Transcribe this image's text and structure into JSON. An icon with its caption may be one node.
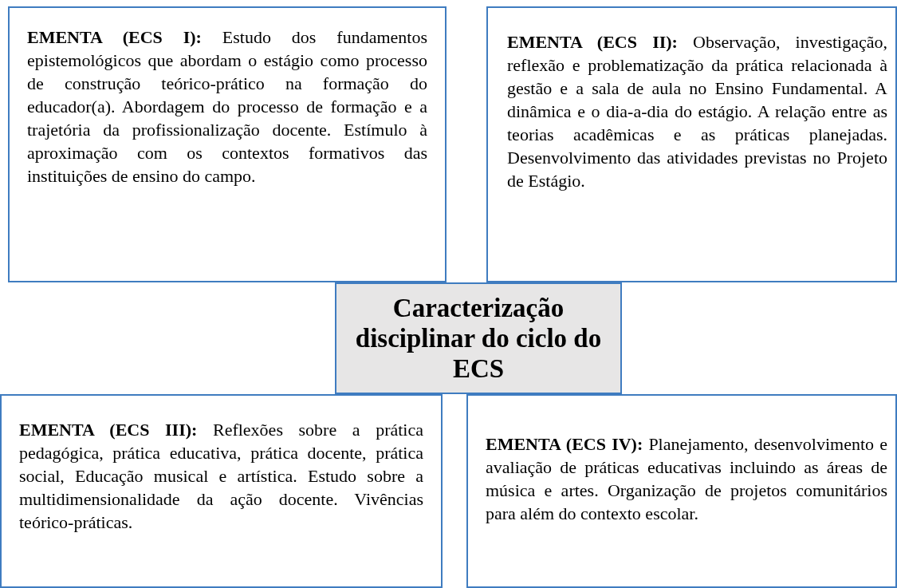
{
  "diagram": {
    "nodes": [
      {
        "text": [
          "Caracterização disciplinar do ciclo do ECS"
        ]
      },
      {
        "text": [
          "**EMENTA (ECS I):** Estudo dos fundamentos epistemológicos que abordam o estágio como processo de construção teórico-prático na formação do educador(a). Abordagem do processo de formação e a trajetória da profissionalização docente. Estímulo à aproximação com os contextos formativos das instituições de ensino do campo."
        ]
      },
      {
        "text": [
          "**EMENTA (ECS II):** Observação, investigação, reflexão e problematização da prática relacionada à gestão e a sala de aula no Ensino Fundamental. A dinâmica e o dia-a-dia do estágio. A relação entre as teorias acadêmicas e as práticas planejadas. Desenvolvimento das atividades previstas no Projeto de Estágio."
        ]
      },
      {
        "text": [
          "**EMENTA (ECS III):** Reflexões sobre a prática pedagógica, prática educativa, prática docente, prática social, Educação musical e artística. Estudo sobre a multidimensionalidade da ação docente. Vivências teórico-práticas."
        ]
      },
      {
        "text": [
          "**EMENTA (ECS IV):** Planejamento, desenvolvimento e avaliação de práticas educativas incluindo as áreas de música e artes. Organização de projetos comunitários para além do contexto escolar."
        ]
      }
    ],
    "edges": []
  }
}
